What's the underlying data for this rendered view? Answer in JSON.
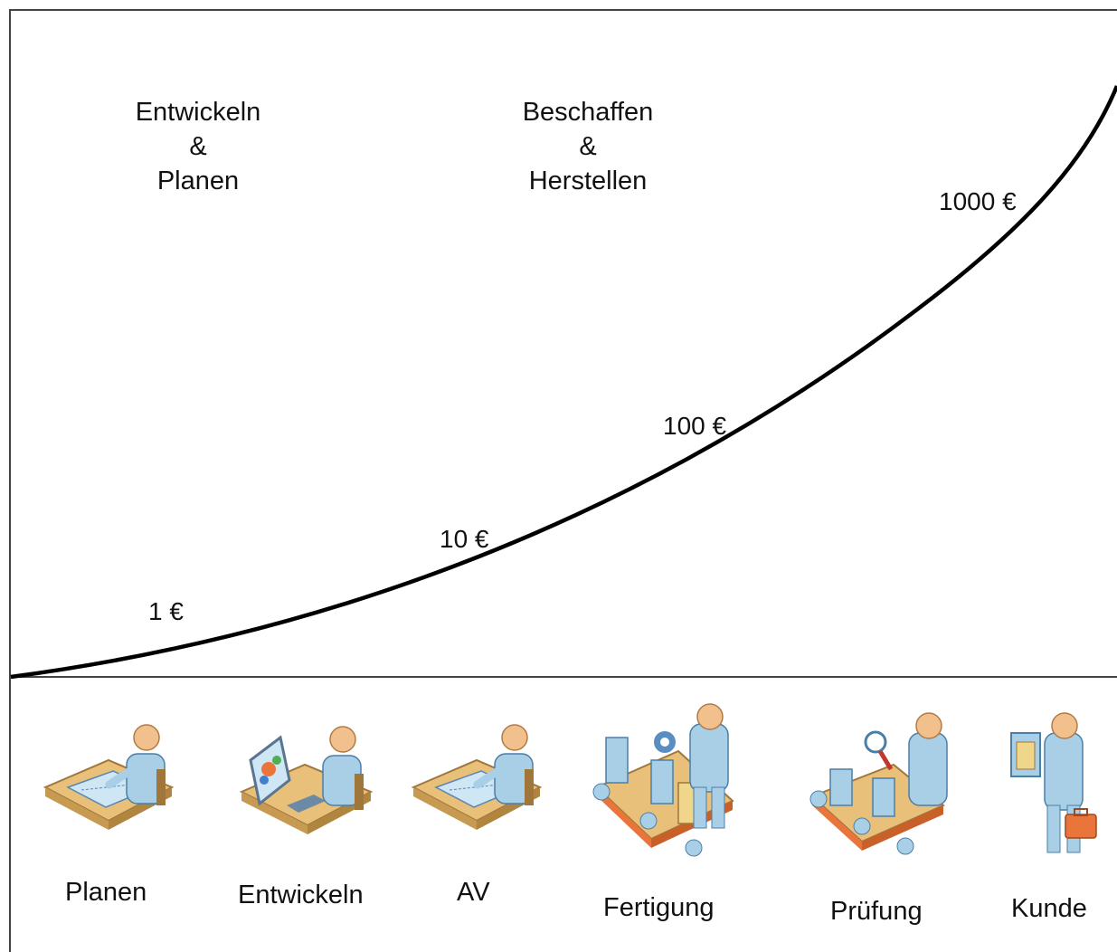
{
  "phases": [
    {
      "line1": "Entwickeln",
      "line2": "&",
      "line3": "Planen"
    },
    {
      "line1": "Beschaffen",
      "line2": "&",
      "line3": "Herstellen"
    }
  ],
  "cost_labels": [
    "1 €",
    "10 €",
    "100 €",
    "1000 €"
  ],
  "roles": [
    {
      "label": "Planen",
      "icon": "planner-drafting-icon"
    },
    {
      "label": "Entwickeln",
      "icon": "developer-computer-icon"
    },
    {
      "label": "AV",
      "icon": "work-preparation-drafting-icon"
    },
    {
      "label": "Fertigung",
      "icon": "manufacturing-conveyor-icon"
    },
    {
      "label": "Prüfung",
      "icon": "inspection-magnifier-icon"
    },
    {
      "label": "Kunde",
      "icon": "customer-briefcase-icon"
    }
  ],
  "colors": {
    "desk": "#e8c07a",
    "person_blue": "#a9cfe6",
    "head": "#f2c08d",
    "conveyor_belt": "#e9753a",
    "line": "#000000"
  }
}
